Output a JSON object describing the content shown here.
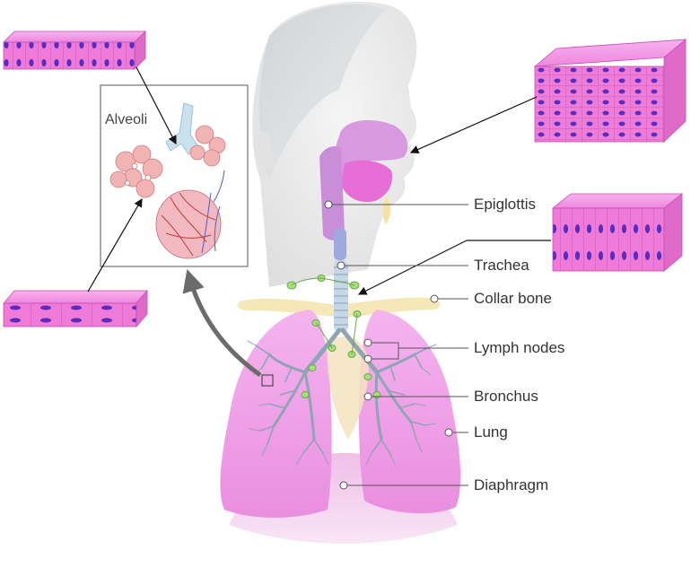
{
  "labels": {
    "alveoli": "Alveoli",
    "epiglottis": "Epiglottis",
    "trachea": "Trachea",
    "collar_bone": "Collar bone",
    "lymph_nodes": "Lymph nodes",
    "bronchus": "Bronchus",
    "lung": "Lung",
    "diaphragm": "Diaphragm"
  },
  "colors": {
    "tissue_pink": "#f07ad8",
    "nucleus_purple": "#5a2cc0",
    "lung_pink": "#f2a6ea",
    "leader_line": "#555555",
    "arrow_gray": "#6b6b6b"
  }
}
